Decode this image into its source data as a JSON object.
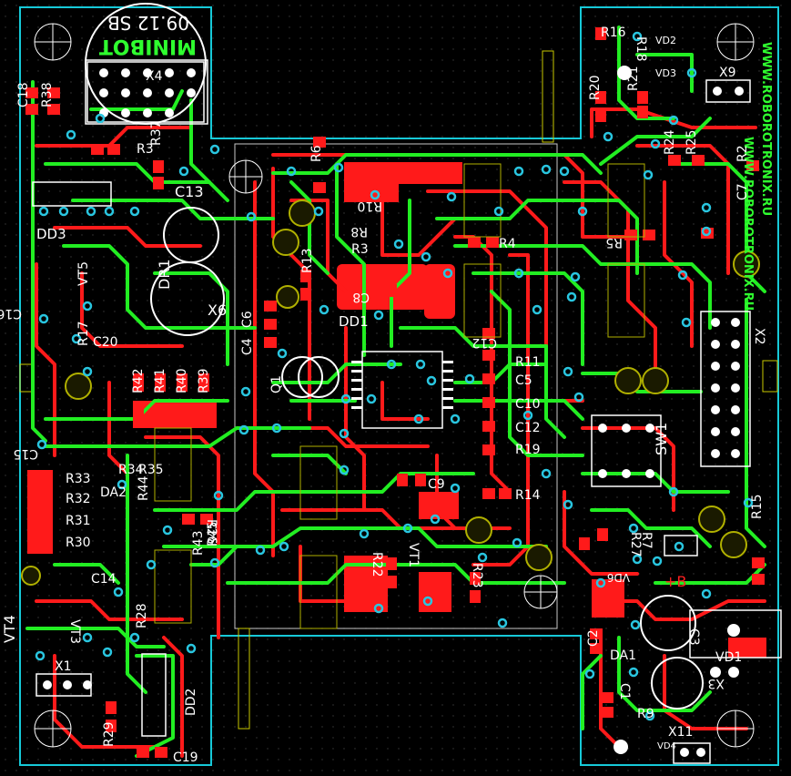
{
  "board": {
    "colors": {
      "background": "#000000",
      "outline": "#16c9d8",
      "top_copper": "#ff1a1a",
      "bottom_copper": "#22ee22",
      "silk": "#ffffff",
      "via": "#29c6e0",
      "mech": "#c8c800"
    },
    "texts": {
      "date": "09.12 ЅВ",
      "minibot": "MINIBOT",
      "url1": "WWW.ROBOROTRONIX.RU",
      "url2": "WWW.ROBOROTRONIX.RU",
      "plus_b": "+B"
    },
    "designators": [
      "X4",
      "C18",
      "R38",
      "R3",
      "R37",
      "C13",
      "DD3",
      "DR1",
      "VT5",
      "C16",
      "R17",
      "C20",
      "X6",
      "C4",
      "C6",
      "R42",
      "R41",
      "R40",
      "R39",
      "C15",
      "R34",
      "R35",
      "R33",
      "DA2",
      "R32",
      "R31",
      "R30",
      "R44",
      "R43",
      "R45",
      "R26",
      "C14",
      "R28",
      "VT3",
      "VT4",
      "X1",
      "R29",
      "DD2",
      "C19",
      "R6",
      "R13",
      "R8",
      "R10",
      "R3",
      "C8",
      "DD1",
      "Q1",
      "R4",
      "R5",
      "C12",
      "R11",
      "C5",
      "C10",
      "C12",
      "R19",
      "R14",
      "C9",
      "R22",
      "VT1",
      "R23",
      "R16",
      "R18",
      "R20",
      "R21",
      "VD2",
      "VD3",
      "X9",
      "R24",
      "R25",
      "R2",
      "C7",
      "SW1",
      "X2",
      "R15",
      "R27",
      "R7",
      "VD6",
      "C2",
      "C3",
      "DA1",
      "C1",
      "R9",
      "X11",
      "VD1",
      "X3",
      "VD4"
    ]
  }
}
